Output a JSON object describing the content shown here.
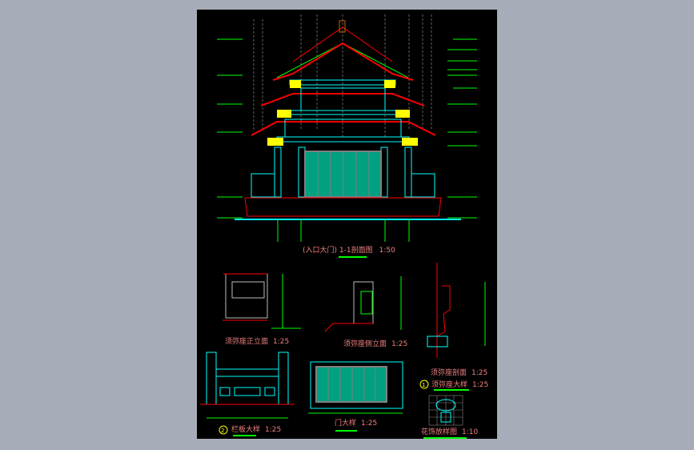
{
  "viewer": {
    "background_color": "#a7adb8",
    "canvas_color": "#000000"
  },
  "drawing": {
    "main_section_title": "(入口大门) 1-1剖面图",
    "main_section_scale": "1:50",
    "details": [
      {
        "title": "须弥座正立面",
        "scale": "1:25"
      },
      {
        "title": "须弥座侧立面",
        "scale": "1:25"
      },
      {
        "title": "须弥座剖面",
        "scale": "1:25"
      },
      {
        "title": "须弥座大样",
        "scale": "1:25",
        "marker": "1"
      },
      {
        "title": "栏板大样",
        "scale": "1:25",
        "marker": "2"
      },
      {
        "title": "门大样",
        "scale": "1:25"
      },
      {
        "title": "花饰放样图",
        "scale": "1:10"
      }
    ],
    "colors": {
      "green": "#00ff00",
      "cyan": "#00ffff",
      "red": "#ff0000",
      "yellow": "#ffff00",
      "pink": "#f08080",
      "gray": "#808080",
      "teal": "#00c8a0"
    }
  }
}
